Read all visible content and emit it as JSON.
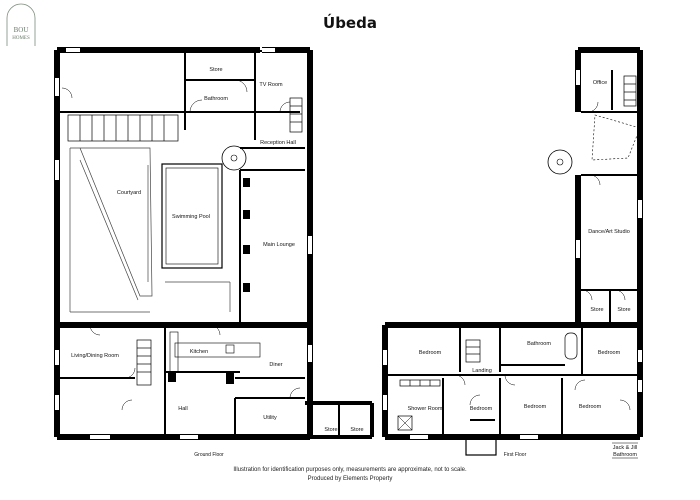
{
  "title": "Úbeda",
  "logo": {
    "line1": "BOU",
    "line2": "HOMES"
  },
  "ground_floor": {
    "label": "Ground Floor",
    "rooms": {
      "store_top": "Store",
      "bathroom": "Bathroom",
      "tv_room": "TV Room",
      "reception_hall": "Reception Hall",
      "courtyard": "Courtyard",
      "swimming_pool": "Swimming Pool",
      "main_lounge": "Main Lounge",
      "living_dining": "Living/Dining Room",
      "kitchen": "Kitchen",
      "diner": "Diner",
      "hall": "Hall",
      "utility": "Utility",
      "store_1": "Store",
      "store_2": "Store"
    }
  },
  "first_floor": {
    "label": "First Floor",
    "rooms": {
      "office": "Office",
      "dance_studio": "Dance/Art Studio",
      "store_1": "Store",
      "store_2": "Store",
      "bedroom_1": "Bedroom",
      "bathroom": "Bathroom",
      "bedroom_2": "Bedroom",
      "landing": "Landing",
      "shower_room": "Shower Room",
      "bedroom_3": "Bedroom",
      "bedroom_4": "Bedroom",
      "bedroom_5": "Bedroom",
      "jack_jill_1": "Jack & Jill",
      "jack_jill_2": "Bathroom"
    }
  },
  "footer": {
    "disclaimer": "Illustration for identification purposes only, measurements are approximate, not to scale.",
    "produced_by": "Produced by Elements Property"
  }
}
